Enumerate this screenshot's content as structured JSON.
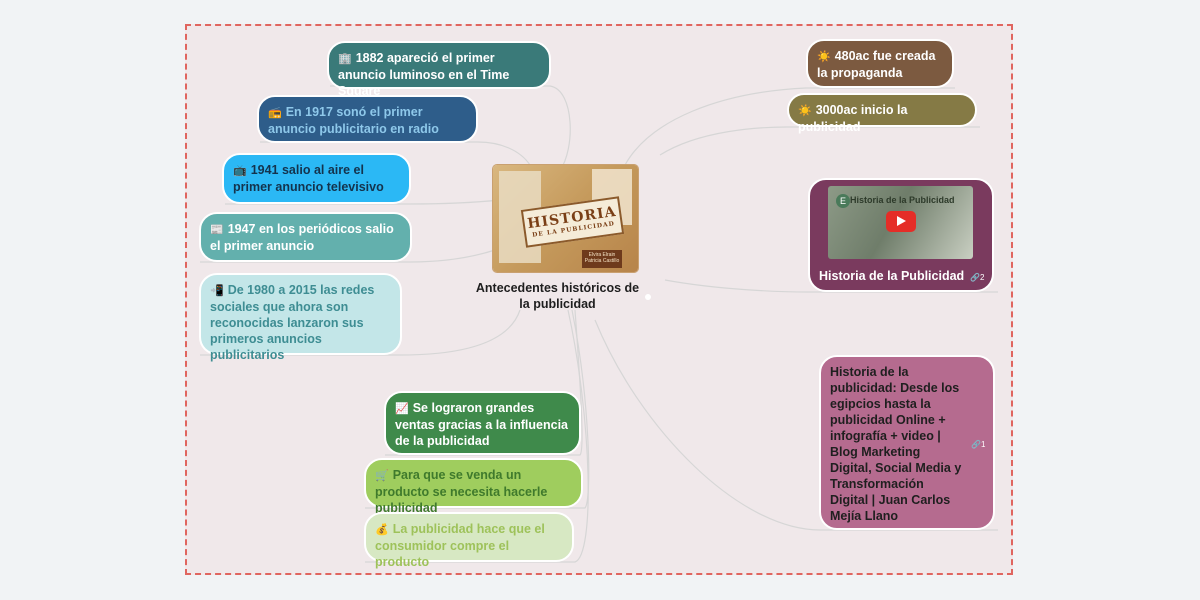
{
  "center": {
    "title": "Antecedentes históricos de la publicidad",
    "image_title": "HISTORIA",
    "image_subtitle": "DE LA PUBLICIDAD",
    "image_credit": "Elvira Elrain Patricia Castillo"
  },
  "nodes_left": [
    {
      "icon": "🏢",
      "icon_name": "building-icon",
      "text": "1882 apareció el primer anuncio luminoso en el Time Square",
      "color": "#3a7a79",
      "text_color": "#ffffff"
    },
    {
      "icon": "📻",
      "icon_name": "radio-icon",
      "text": "En 1917 sonó el primer anuncio publicitario en radio",
      "color": "#2e5d8a",
      "text_color": "#8ec8ea"
    },
    {
      "icon": "📺",
      "icon_name": "television-icon",
      "text": "1941 salio al aire el primer anuncio televisivo",
      "color": "#2bb8f5",
      "text_color": "#14334d"
    },
    {
      "icon": "📰",
      "icon_name": "newspaper-icon",
      "text": "1947 en los periódicos salio el primer anuncio",
      "color": "#63b0ad",
      "text_color": "#ffffff"
    },
    {
      "icon": "📲",
      "icon_name": "mobile-phone-icon",
      "text": "De 1980 a 2015 las redes sociales que ahora son reconocidas lanzaron sus primeros anuncios publicitarios",
      "color": "#c3e6e8",
      "text_color": "#3e8d93"
    }
  ],
  "nodes_bottom": [
    {
      "icon": "📈",
      "icon_name": "chart-up-icon",
      "text": "Se lograron grandes ventas gracias a la influencia de la publicidad",
      "color": "#3f8a4b",
      "text_color": "#ffffff"
    },
    {
      "icon": "🛒",
      "icon_name": "shopping-cart-icon",
      "text": "Para que se venda un producto se necesita hacerle publicidad",
      "color": "#9fcd5e",
      "text_color": "#3f7a2c"
    },
    {
      "icon": "💰",
      "icon_name": "money-bag-icon",
      "text": "La publicidad hace que el consumidor compre el producto",
      "color": "#d7e8c3",
      "text_color": "#9ec25a"
    }
  ],
  "nodes_right": [
    {
      "icon": "☀️",
      "icon_name": "sun-icon",
      "text": "480ac fue creada la propaganda",
      "color": "#7c5a40",
      "text_color": "#ffffff"
    },
    {
      "icon": "☀️",
      "icon_name": "sun-icon",
      "text": "3000ac inicio la publicidad",
      "color": "#857a45",
      "text_color": "#ffffff"
    }
  ],
  "video_node": {
    "label": "Historia de la Publicidad",
    "link_count": "2",
    "thumb_title": "Historia de la Publicidad",
    "thumb_letter": "E",
    "color": "#7a3a5e"
  },
  "article_node": {
    "text": "Historia de la publicidad: Desde los egipcios hasta la publicidad Online + infografía + video | Blog Marketing Digital, Social Media y Transformación Digital | Juan Carlos Mejía Llano",
    "link_count": "1",
    "color": "#b56b8f",
    "text_color": "#1f1f1f"
  },
  "colors": {
    "canvas_bg": "#f0e8ea",
    "canvas_border": "#e0655f",
    "connector": "#d6d6d6"
  }
}
